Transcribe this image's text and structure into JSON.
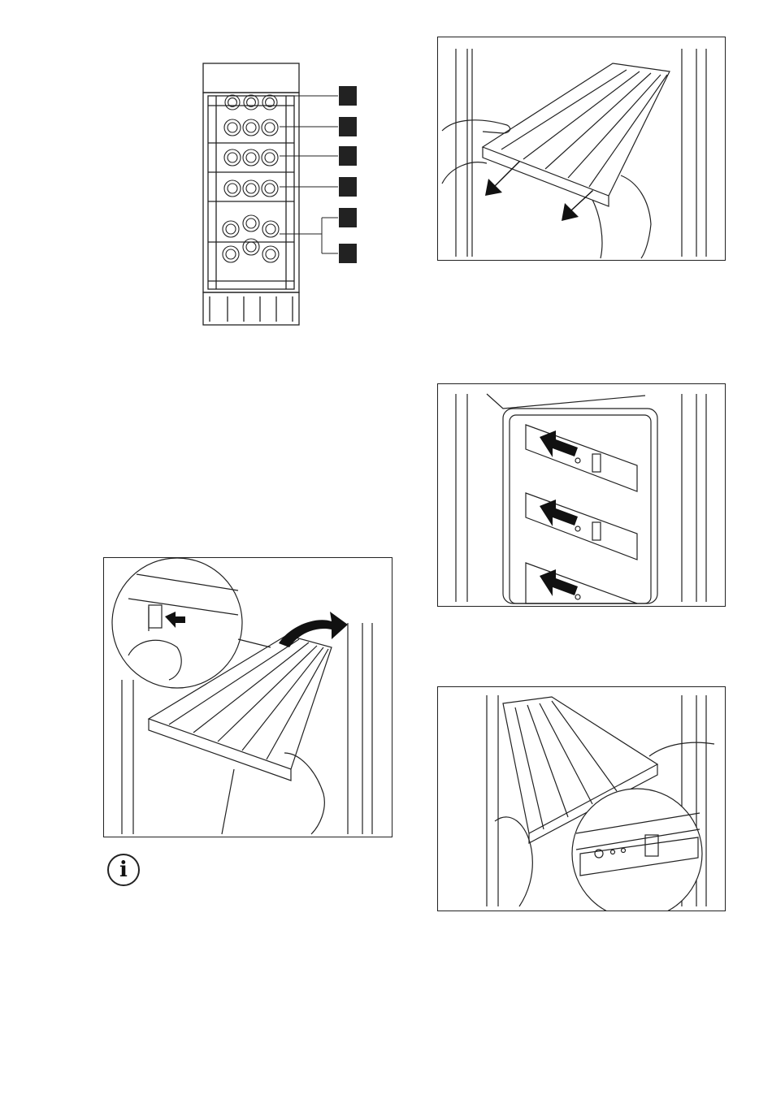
{
  "page": {
    "figures": [
      {
        "name": "cabinet-shelf-layout-figure"
      },
      {
        "name": "remove-shelf-pull-figure"
      },
      {
        "name": "shelf-rails-figure"
      },
      {
        "name": "shelf-release-clip-figure"
      },
      {
        "name": "shelf-refit-figure"
      }
    ],
    "cabinet_callouts": [
      "",
      "",
      "",
      "",
      "",
      ""
    ],
    "info_icon": {
      "icon": "info-icon",
      "glyph": "i"
    }
  }
}
